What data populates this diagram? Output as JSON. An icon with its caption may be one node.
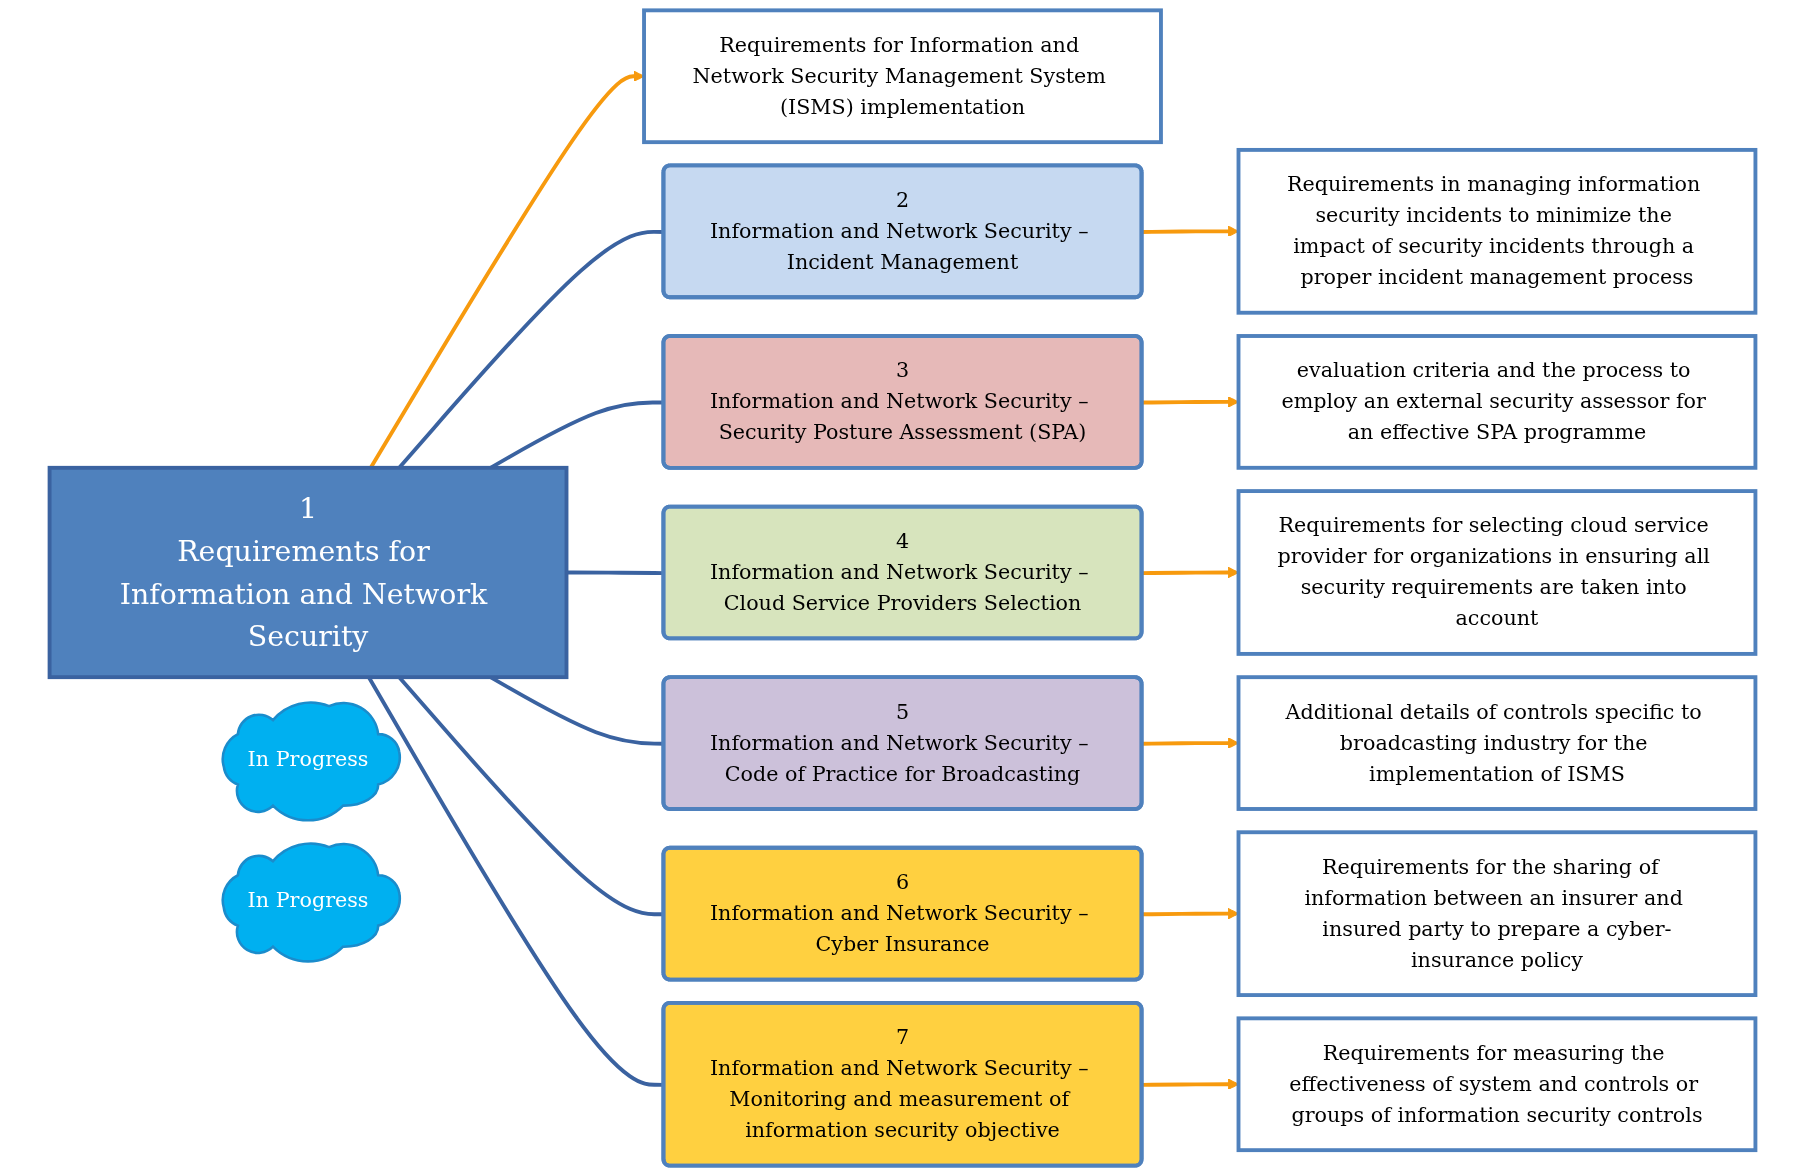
{
  "diagram": {
    "nodes": [
      {
        "text": [
          "1",
          "Requirements for Information and Network Security"
        ]
      },
      {
        "text": [
          "Requirements for Information and Network Security Management System (ISMS) implementation"
        ]
      },
      {
        "text": [
          "2",
          "Information and Network Security – Incident Management"
        ]
      },
      {
        "text": [
          "Requirements in managing information security incidents to minimize the impact of security incidents through a proper incident management process"
        ]
      },
      {
        "text": [
          "3",
          "Information and Network Security – Security Posture Assessment (SPA)"
        ]
      },
      {
        "text": [
          "evaluation criteria and the process to employ an external security assessor for an effective SPA programme"
        ]
      },
      {
        "text": [
          "4",
          "Information and Network Security – Cloud Service Providers Selection"
        ]
      },
      {
        "text": [
          "Requirements for selecting cloud service provider for organizations in ensuring all security requirements are taken into account"
        ]
      },
      {
        "text": [
          "5",
          "Information and Network Security – Code of Practice for Broadcasting"
        ]
      },
      {
        "text": [
          "Additional details of controls specific to broadcasting industry for the implementation of ISMS"
        ]
      },
      {
        "text": [
          "6",
          "Information and Network Security – Cyber Insurance"
        ]
      },
      {
        "text": [
          "In Progress"
        ]
      },
      {
        "text": [
          "Requirements for the sharing of  information between an insurer and insured party to prepare a cyber-insurance policy"
        ]
      },
      {
        "text": [
          "7",
          "Information and Network Security – Monitoring and measurement of information security objective"
        ]
      },
      {
        "text": [
          "In Progress"
        ]
      },
      {
        "text": [
          "Requirements for measuring the effectiveness of system and controls or groups of information security controls"
        ]
      }
    ],
    "edges": [
      {
        "from": 0,
        "to": 1,
        "arrow": "to"
      },
      {
        "from": 0,
        "to": 2,
        "arrow": "none",
        "color": "#3a62a0"
      },
      {
        "from": 2,
        "to": 3,
        "arrow": "to"
      },
      {
        "from": 0,
        "to": 4,
        "arrow": "none",
        "color": "#3a62a0"
      },
      {
        "from": 4,
        "to": 5,
        "arrow": "to"
      },
      {
        "from": 0,
        "to": 6,
        "arrow": "none",
        "color": "#3a62a0"
      },
      {
        "from": 6,
        "to": 7,
        "arrow": "to"
      },
      {
        "from": 0,
        "to": 8,
        "arrow": "none",
        "color": "#3a62a0"
      },
      {
        "from": 8,
        "to": 9,
        "arrow": "to"
      },
      {
        "from": 0,
        "to": 10,
        "arrow": "none",
        "color": "#3a62a0"
      },
      {
        "from": 10,
        "to": 12,
        "arrow": "to"
      },
      {
        "from": 0,
        "to": 13,
        "arrow": "none",
        "color": "#3a62a0"
      },
      {
        "from": 13,
        "to": 15,
        "arrow": "to"
      }
    ]
  }
}
